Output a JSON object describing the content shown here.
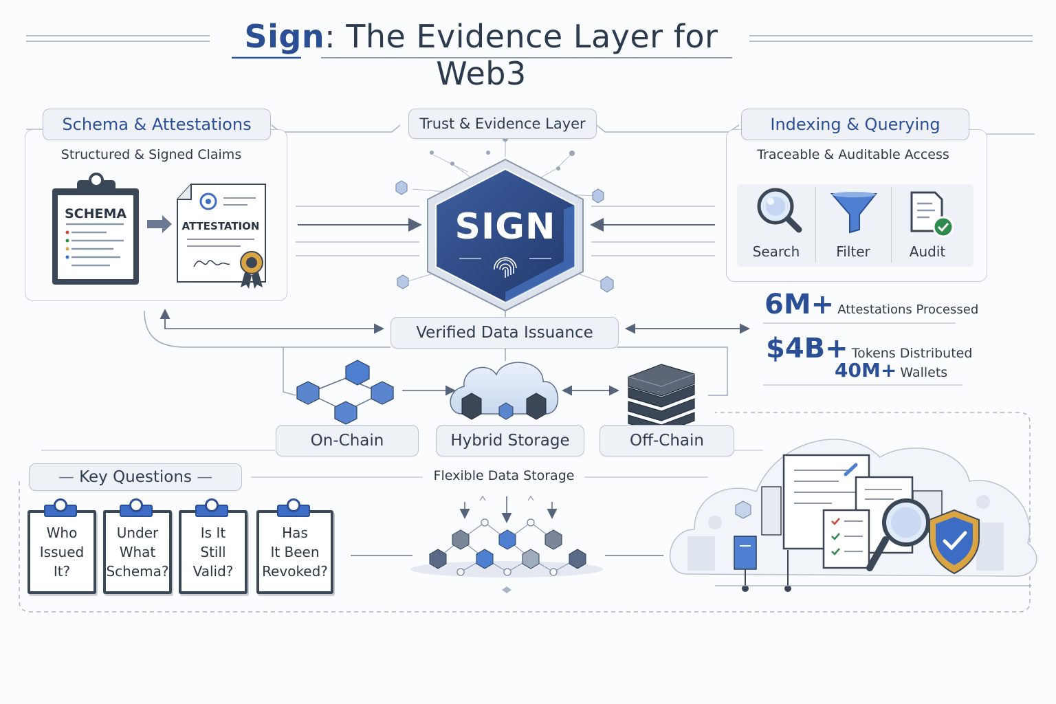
{
  "header": {
    "brand": "Sign",
    "title": ": The Evidence Layer for Web3"
  },
  "center": {
    "layer_label": "Trust & Evidence Layer",
    "hex_label": "SIGN",
    "issuance_label": "Verified Data Issuance"
  },
  "schema_panel": {
    "title": "Schema & Attestations",
    "subtitle": "Structured & Signed Claims",
    "schema_doc_label": "SCHEMA",
    "attestation_doc_label": "ATTESTATION"
  },
  "index_panel": {
    "title": "Indexing & Querying",
    "subtitle": "Traceable & Auditable Access",
    "tools": [
      {
        "label": "Search",
        "icon": "magnifier-icon"
      },
      {
        "label": "Filter",
        "icon": "funnel-icon"
      },
      {
        "label": "Audit",
        "icon": "audit-doc-icon"
      }
    ]
  },
  "stats": [
    {
      "value": "6M+",
      "label": "Attestations Processed"
    },
    {
      "value": "$4B+",
      "label": "Tokens Distributed"
    },
    {
      "value": "40M+",
      "label": "Wallets"
    }
  ],
  "storage": {
    "options": [
      "On-Chain",
      "Hybrid Storage",
      "Off-Chain"
    ],
    "flex_label": "Flexible Data Storage"
  },
  "key_questions": {
    "title": "Key Questions",
    "questions": [
      [
        "Who",
        "Issued",
        "It?"
      ],
      [
        "Under",
        "What",
        "Schema?"
      ],
      [
        "Is It",
        "Still",
        "Valid?"
      ],
      [
        "Has",
        "It Been",
        "Revoked?"
      ]
    ]
  },
  "colors": {
    "brand_blue": "#2b4f96",
    "navy": "#2c3a4f",
    "light_blue": "#4f7fd1",
    "panel_border": "#c4cbd7"
  }
}
